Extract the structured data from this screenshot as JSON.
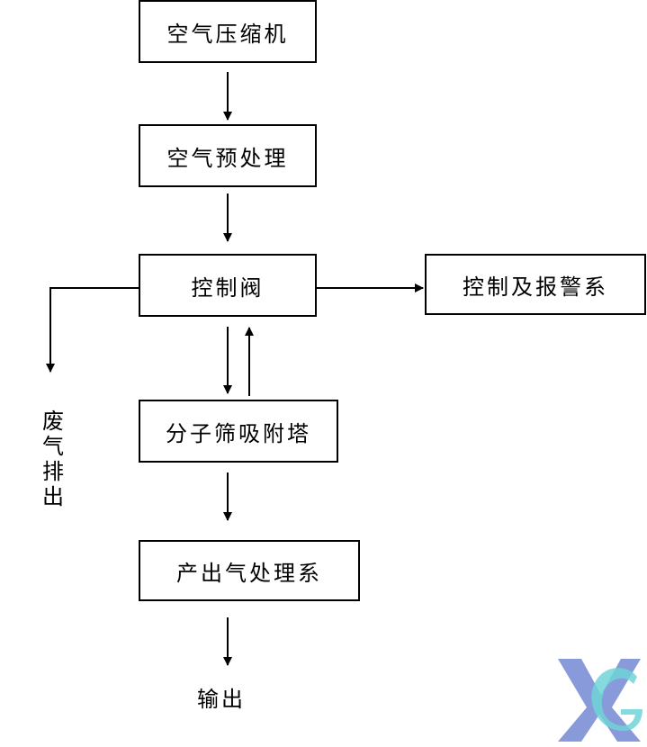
{
  "nodes": {
    "compressor": "空气压缩机",
    "pretreatment": "空气预处理",
    "control_valve": "控制阀",
    "control_alarm": "控制及报警系",
    "adsorption_tower": "分子筛吸附塔",
    "output_treatment": "产出气处理系"
  },
  "labels": {
    "exhaust": "废气排出",
    "output": "输出"
  },
  "colors": {
    "stroke": "#000000",
    "logo_blue": "#7b8fd6",
    "logo_cyan": "#6fd3d6"
  }
}
